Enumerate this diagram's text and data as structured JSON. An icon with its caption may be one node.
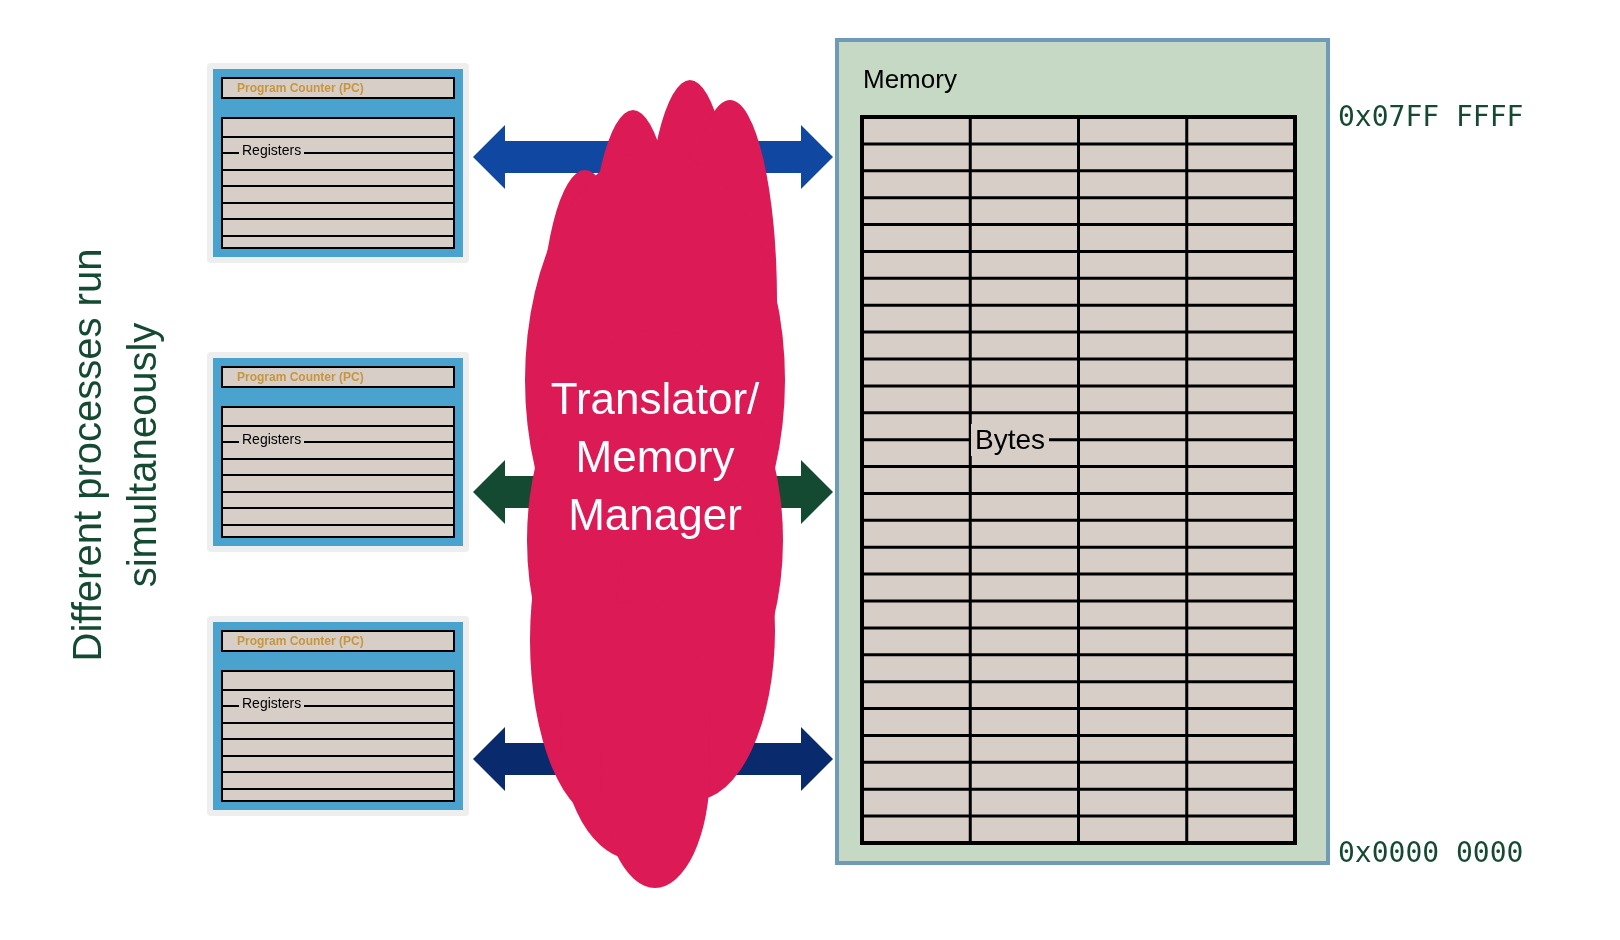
{
  "diagram": {
    "nodes": [
      {
        "text": [
          "Program Counter (PC)",
          "Registers"
        ]
      },
      {
        "text": [
          "Program Counter (PC)",
          "Registers"
        ]
      },
      {
        "text": [
          "Program Counter (PC)",
          "Registers"
        ]
      },
      {
        "text": [
          "Translator/ Memory Manager"
        ]
      },
      {
        "text": [
          "Memory"
        ],
        "beside": [
          "0x07FF FFFF",
          "0x0000 0000"
        ]
      }
    ],
    "edges": [
      {
        "from": 0,
        "to": 4,
        "arrow": "both",
        "color": "#0f47a1"
      },
      {
        "from": 1,
        "to": 4,
        "arrow": "both",
        "color": "#154a32"
      },
      {
        "from": 2,
        "to": 4,
        "arrow": "both",
        "color": "#0a2a6e"
      }
    ],
    "labels": [
      "Different processes run simultaneously",
      "Bytes"
    ]
  }
}
